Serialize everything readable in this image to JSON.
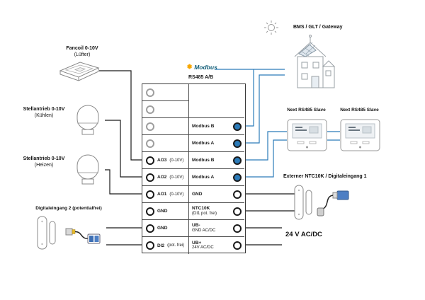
{
  "diagram": {
    "devices": {
      "fancoil": {
        "label_line1": "Fancoil 0-10V",
        "label_line2": "(Lüfter)"
      },
      "actuator_cooling": {
        "label_line1": "Stellantrieb 0-10V",
        "label_line2": "(Kühlen)"
      },
      "actuator_heating": {
        "label_line1": "Stellantrieb 0-10V",
        "label_line2": "(Heizen)"
      },
      "digital_input_2": {
        "label": "Digitaleingang 2 (potentialfrei)"
      },
      "bms": {
        "label": "BMS / GLT / Gateway"
      },
      "slave_1": {
        "label": "Next RS485 Slave"
      },
      "slave_2": {
        "label": "Next RS485 Slave"
      },
      "external_sensor": {
        "label": "Externer NTC10K / Digitaleingang 1"
      },
      "power_supply": {
        "label": "24 V AC/DC"
      }
    },
    "bus": {
      "logo_text": "Modbus",
      "logo_star": "✹",
      "bus_label": "RS485 A/B"
    },
    "terminal_block": {
      "left_rows": [
        {
          "name": "",
          "detail": ""
        },
        {
          "name": "",
          "detail": ""
        },
        {
          "name": "",
          "detail": ""
        },
        {
          "name": "",
          "detail": ""
        },
        {
          "name": "AO3",
          "detail": "(0-10V)"
        },
        {
          "name": "AO2",
          "detail": "(0-10V)"
        },
        {
          "name": "AO1",
          "detail": "(0-10V)"
        },
        {
          "name": "GND",
          "detail": ""
        },
        {
          "name": "GND",
          "detail": ""
        },
        {
          "name": "DI2",
          "detail": "(pot. frei)"
        }
      ],
      "right_rows": [
        {
          "name": "",
          "detail": ""
        },
        {
          "name": "",
          "detail": ""
        },
        {
          "name": "Modbus B",
          "detail": ""
        },
        {
          "name": "Modbus A",
          "detail": ""
        },
        {
          "name": "Modbus B",
          "detail": ""
        },
        {
          "name": "Modbus A",
          "detail": ""
        },
        {
          "name": "GND",
          "detail": ""
        },
        {
          "name": "NTC10K",
          "detail": "(DI1 pot. frei)"
        },
        {
          "name": "UB-",
          "detail": "GND AC/DC"
        },
        {
          "name": "UB+",
          "detail": "24V AC/DC"
        }
      ]
    },
    "colors": {
      "modbus_line": "#2b7bb9",
      "wire_line": "#1a1a1a",
      "modbus_star": "#f7a600"
    }
  }
}
